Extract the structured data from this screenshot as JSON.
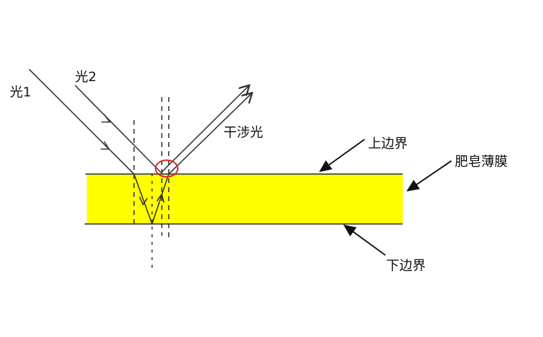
{
  "labels": {
    "light1": "光1",
    "light2": "光2",
    "interference": "干涉光",
    "upper_boundary": "上边界",
    "soap_film": "肥皂薄膜",
    "lower_boundary": "下边界"
  },
  "colors": {
    "film": "#ffff00",
    "line": "#333333",
    "highlight": "#e02020"
  }
}
